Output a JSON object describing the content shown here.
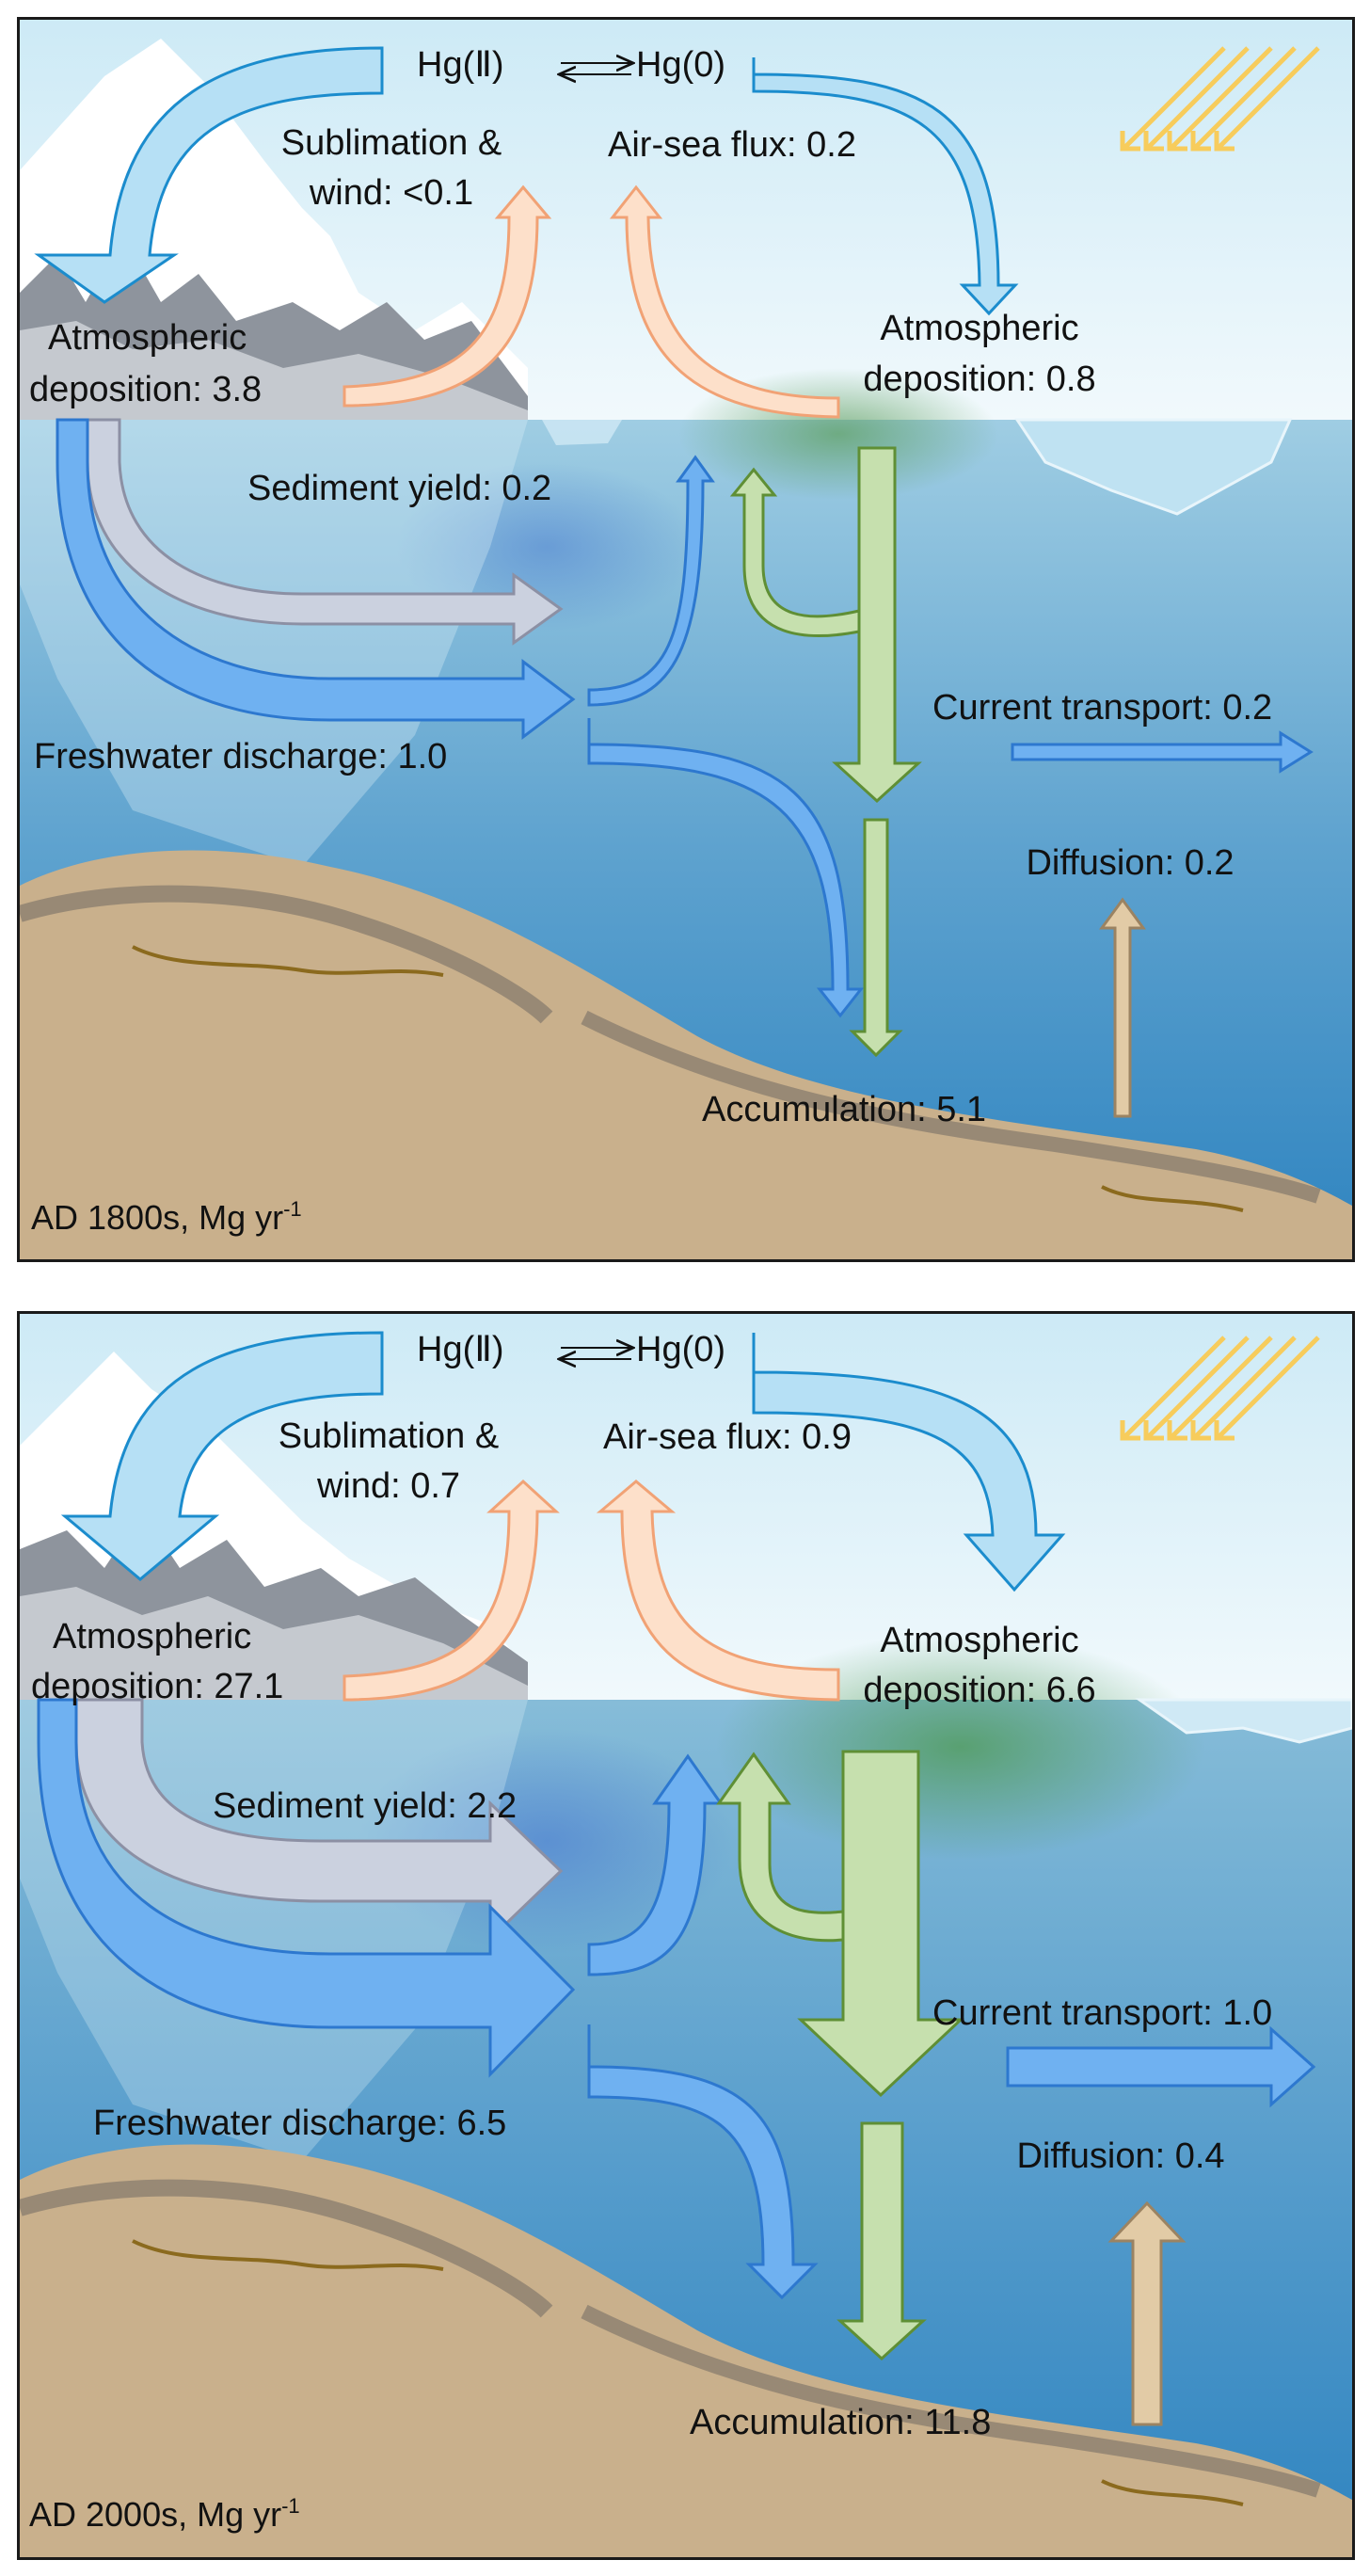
{
  "colors": {
    "sky": "#d3eef8",
    "water_top": "#8ec6df",
    "water_deep": "#3d8cc3",
    "seabed": "#c9b08c",
    "seabed_dark": "#8f8271",
    "glacier_rock": "#8e949d",
    "ice": "#ffffff",
    "hg_arrow_fill": "#b6e0f5",
    "hg_arrow_stroke": "#1b8ccd",
    "flux_up_fill": "#fde0ca",
    "flux_up_stroke": "#f1a275",
    "sediment_fill": "#cbd1df",
    "sediment_stroke": "#8c90a4",
    "discharge_fill": "#6fb1f1",
    "discharge_stroke": "#2d78cf",
    "bio_fill": "#c6e0ae",
    "bio_stroke": "#5f8f35",
    "diffusion_fill": "#e2cba6",
    "diffusion_stroke": "#9b8362",
    "sun_rays": "#f7cc5c"
  },
  "icons": [
    "sun-rays-icon",
    "glacier-icon",
    "iceberg-icon",
    "reversible-reaction-arrows-icon"
  ],
  "panels": [
    {
      "chemistry": {
        "species_left": "Hg(Ⅱ)",
        "species_right": "Hg(0)"
      },
      "labels": {
        "sublimation_line1": "Sublimation &",
        "sublimation_line2": "wind: <0.1",
        "air_sea": "Air-sea flux: 0.2",
        "atm_left_line1": "Atmospheric",
        "atm_left_line2": "deposition: 3.8",
        "atm_right_line1": "Atmospheric",
        "atm_right_line2": "deposition: 0.8",
        "sediment": "Sediment yield: 0.2",
        "freshwater": "Freshwater discharge: 1.0",
        "current": "Current transport: 0.2",
        "diffusion": "Diffusion: 0.2",
        "accumulation": "Accumulation: 5.1",
        "caption_main": "AD 1800s, Mg yr",
        "caption_sup": "-1"
      }
    },
    {
      "chemistry": {
        "species_left": "Hg(Ⅱ)",
        "species_right": "Hg(0)"
      },
      "labels": {
        "sublimation_line1": "Sublimation &",
        "sublimation_line2": "wind: 0.7",
        "air_sea": "Air-sea flux: 0.9",
        "atm_left_line1": "Atmospheric",
        "atm_left_line2": "deposition: 27.1",
        "atm_right_line1": "Atmospheric",
        "atm_right_line2": "deposition: 6.6",
        "sediment": "Sediment yield: 2.2",
        "freshwater": "Freshwater discharge: 6.5",
        "current": "Current transport: 1.0",
        "diffusion": "Diffusion: 0.4",
        "accumulation": "Accumulation: 11.8",
        "caption_main": "AD 2000s, Mg yr",
        "caption_sup": "-1"
      }
    }
  ]
}
